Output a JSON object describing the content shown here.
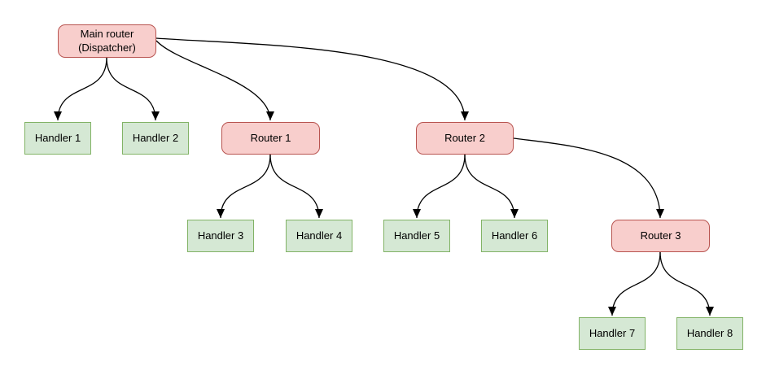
{
  "diagram": {
    "nodes": {
      "main_router": {
        "label": "Main router\n(Dispatcher)",
        "type": "router"
      },
      "handler_1": {
        "label": "Handler 1",
        "type": "handler"
      },
      "handler_2": {
        "label": "Handler 2",
        "type": "handler"
      },
      "router_1": {
        "label": "Router 1",
        "type": "router"
      },
      "router_2": {
        "label": "Router 2",
        "type": "router"
      },
      "handler_3": {
        "label": "Handler 3",
        "type": "handler"
      },
      "handler_4": {
        "label": "Handler 4",
        "type": "handler"
      },
      "handler_5": {
        "label": "Handler 5",
        "type": "handler"
      },
      "handler_6": {
        "label": "Handler 6",
        "type": "handler"
      },
      "router_3": {
        "label": "Router 3",
        "type": "router"
      },
      "handler_7": {
        "label": "Handler 7",
        "type": "handler"
      },
      "handler_8": {
        "label": "Handler 8",
        "type": "handler"
      }
    },
    "edges": [
      {
        "from": "main_router",
        "to": "handler_1"
      },
      {
        "from": "main_router",
        "to": "handler_2"
      },
      {
        "from": "main_router",
        "to": "router_1"
      },
      {
        "from": "main_router",
        "to": "router_2"
      },
      {
        "from": "router_1",
        "to": "handler_3"
      },
      {
        "from": "router_1",
        "to": "handler_4"
      },
      {
        "from": "router_2",
        "to": "handler_5"
      },
      {
        "from": "router_2",
        "to": "handler_6"
      },
      {
        "from": "router_2",
        "to": "router_3"
      },
      {
        "from": "router_3",
        "to": "handler_7"
      },
      {
        "from": "router_3",
        "to": "handler_8"
      }
    ],
    "colors": {
      "router_fill": "#f8cecc",
      "router_border": "#b85450",
      "handler_fill": "#d5e8d4",
      "handler_border": "#82b366",
      "edge_stroke": "#000000",
      "text": "#000000",
      "background": "#ffffff"
    }
  }
}
